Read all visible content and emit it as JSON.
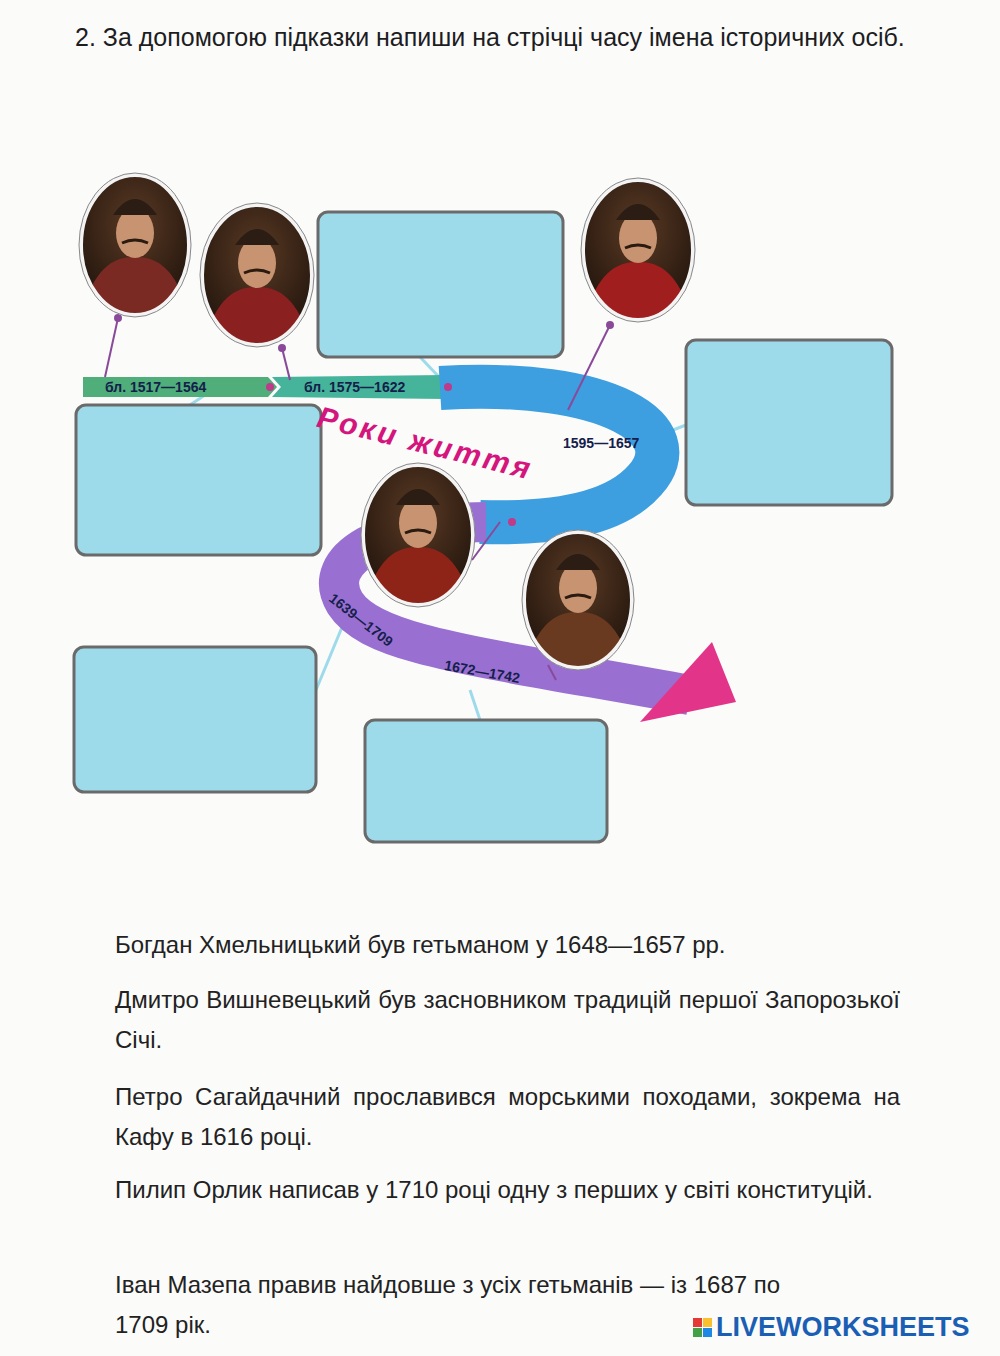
{
  "diagram": {
    "title": "2. За допомогою підказки напиши на стрічці часу імена історичних осіб.",
    "labels": [
      "бл. 1517—1564",
      "бл. 1575—1622",
      "Роки життя",
      "1595—1657",
      "1639—1709",
      "1672—1742",
      "Богдан Хмельницький був гетьманом у 1648—1657 рр.",
      "Дмитро Вишневецький був засновником традицій першої Запорозької Січі.",
      "Петро Сагайдачний прославився морськими походами, зокрема на Кафу в 1616 році.",
      "Пилип Орлик написав у 1710 році одну з перших у світі конституцій.",
      "Іван Мазепа правив найдовше з усіх гетьманів — із 1687 по 1709 рік.",
      "LIVEWORKSHEETS"
    ]
  }
}
